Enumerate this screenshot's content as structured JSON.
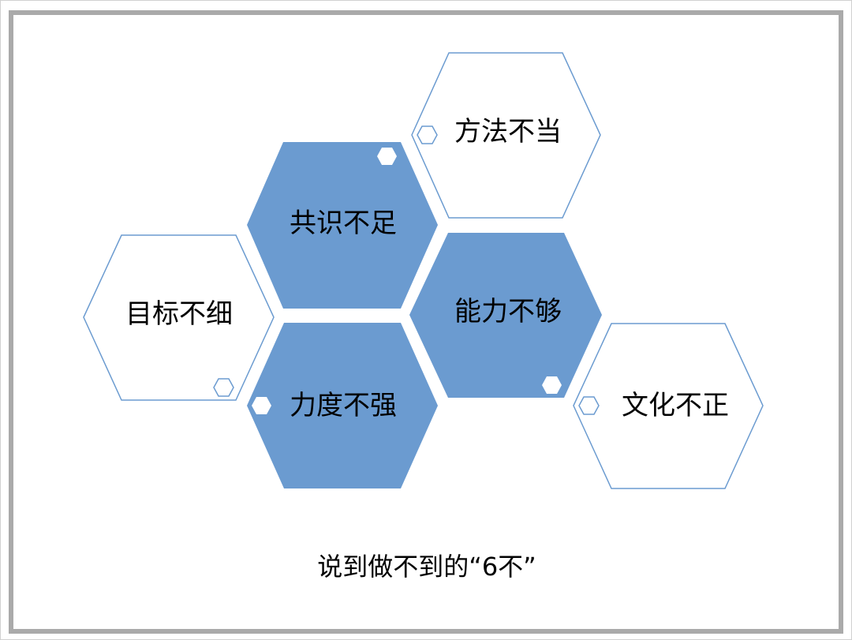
{
  "diagram": {
    "colors": {
      "filled": "#6b9bd0",
      "outline": "#6b9bd0",
      "hollow_fill": "#ffffff"
    },
    "hexagons": [
      {
        "id": "fangfa",
        "label": "方法不当",
        "style": "outline"
      },
      {
        "id": "gongshi",
        "label": "共识不足",
        "style": "filled"
      },
      {
        "id": "mubiao",
        "label": "目标不细",
        "style": "outline"
      },
      {
        "id": "nengli",
        "label": "能力不够",
        "style": "filled"
      },
      {
        "id": "lidu",
        "label": "力度不强",
        "style": "filled"
      },
      {
        "id": "wenhua",
        "label": "文化不正",
        "style": "outline"
      }
    ],
    "caption": "说到做不到的“6不”"
  }
}
